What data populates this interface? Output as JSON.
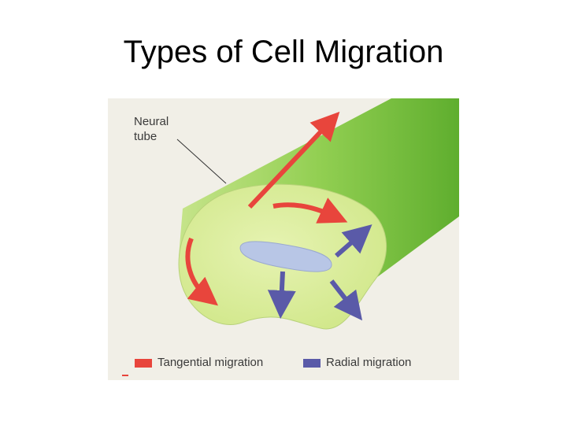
{
  "slide": {
    "title": "Types of Cell Migration"
  },
  "figure": {
    "callout_line1": "Neural",
    "callout_line2": "tube",
    "legend": [
      {
        "label": "Tangential migration",
        "color": "#e8453c"
      },
      {
        "label": "Radial migration",
        "color": "#5a5aa8"
      }
    ]
  },
  "colors": {
    "tube_side": "#8ccc4a",
    "cross_section": "#dcee9a",
    "lumen": "#b8c6e6",
    "paper_bg": "#f1efe7"
  }
}
